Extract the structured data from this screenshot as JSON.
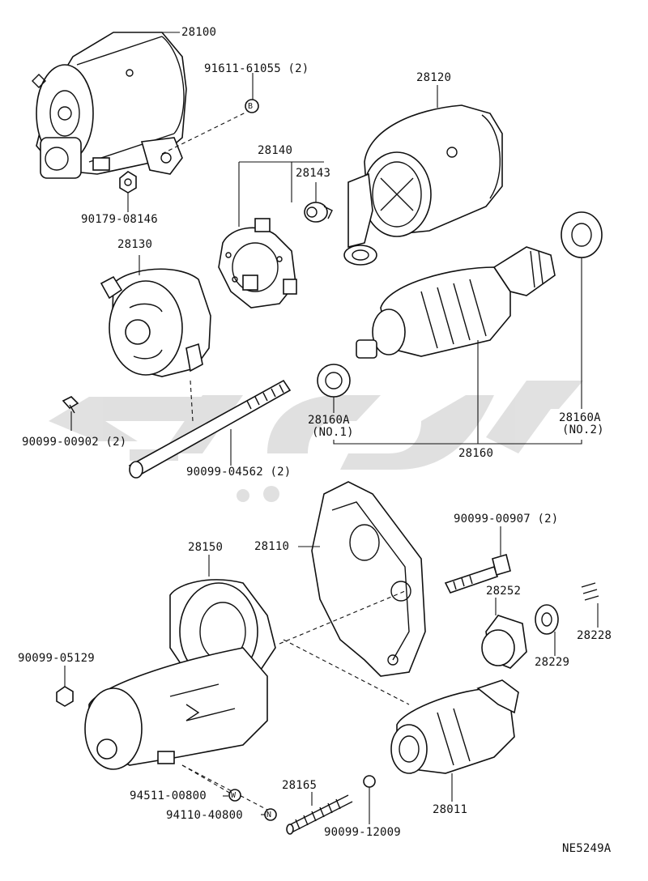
{
  "diagram": {
    "labels": {
      "p28100": "28100",
      "p91611": "91611-61055 (2)",
      "p28120": "28120",
      "p28140": "28140",
      "p28143": "28143",
      "p90179": "90179-08146",
      "p28130": "28130",
      "p90099_00902": "90099-00902 (2)",
      "p90099_04562": "90099-04562 (2)",
      "p28160A_1": "28160A",
      "p28160A_1_sub": "(NO.1)",
      "p28160A_2": "28160A",
      "p28160A_2_sub": "(NO.2)",
      "p28160": "28160",
      "p28150": "28150",
      "p28110": "28110",
      "p90099_00907": "90099-00907 (2)",
      "p28252": "28252",
      "p28228": "28228",
      "p28229": "28229",
      "p90099_05129": "90099-05129",
      "p94511": "94511-00800",
      "p94110": "94110-40800",
      "p28165": "28165",
      "p90099_12009": "90099-12009",
      "p28011": "28011",
      "ref": "NE5249A"
    },
    "markers": {
      "b_marker": "B",
      "w_marker": "W",
      "n_marker": "N"
    },
    "watermark_color": "#c8c8c8"
  }
}
